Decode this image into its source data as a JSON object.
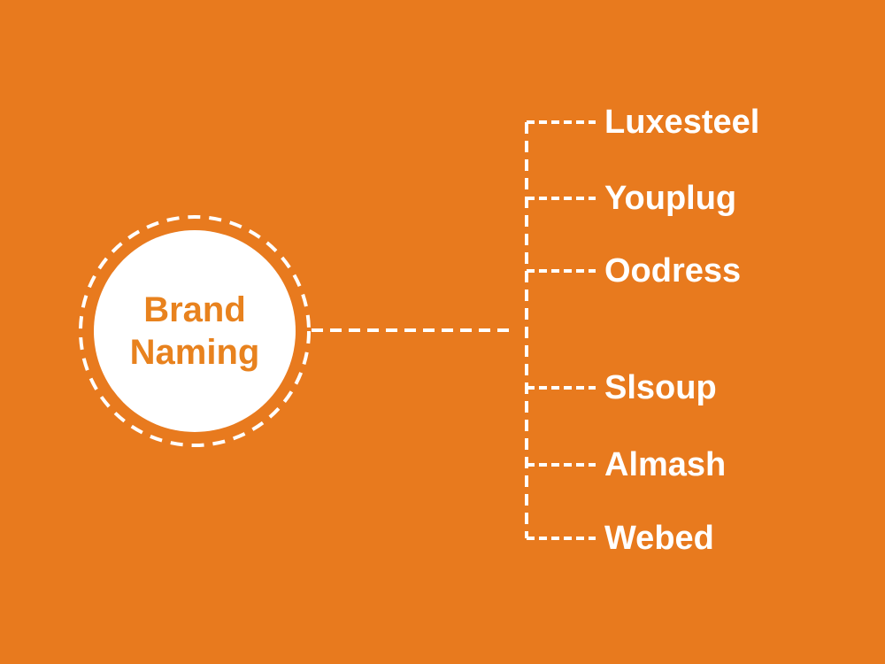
{
  "diagram": {
    "type": "mindmap",
    "background_color": "#E87A1E",
    "line_color": "#FFFFFF",
    "center": {
      "label": "Brand Naming",
      "text_color": "#E8821E",
      "fill_color": "#FFFFFF",
      "border_style": "dashed"
    },
    "branches": {
      "items": [
        {
          "label": "Luxesteel"
        },
        {
          "label": "Youplug"
        },
        {
          "label": "Oodress"
        },
        {
          "label": "Slsoup"
        },
        {
          "label": "Almash"
        },
        {
          "label": "Webed"
        }
      ],
      "text_color": "#FFFFFF"
    }
  }
}
